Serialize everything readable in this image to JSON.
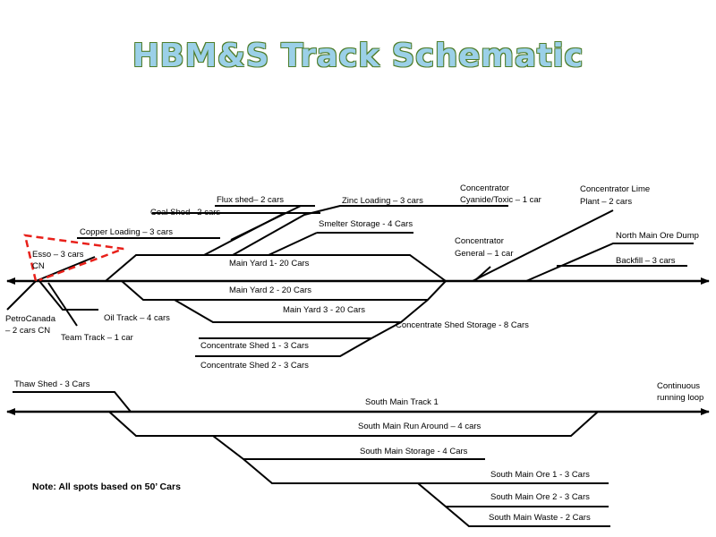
{
  "title": "HBM&S Track Schematic",
  "note": "Note: All spots based on 50’ Cars",
  "labels": {
    "flux_shed": "Flux shed– 2 cars",
    "coal_shed": "Coal Shed– 2 cars",
    "copper_loading": "Copper Loading – 3 cars",
    "zinc_loading": "Zinc Loading – 3 cars",
    "smelter_storage": "Smelter Storage - 4 Cars",
    "concentrator_cyanide_1": "Concentrator",
    "concentrator_cyanide_2": "Cyanide/Toxic – 1 car",
    "concentrator_lime_1": "Concentrator Lime",
    "concentrator_lime_2": "Plant – 2 cars",
    "north_main_ore_dump": "North Main  Ore Dump",
    "backfill": "Backfill  – 3 cars",
    "concentrator_general_1": "Concentrator",
    "concentrator_general_2": "General – 1 car",
    "esso_1": "Esso  – 3 cars",
    "esso_2": "CN",
    "main_yard_1": "Main Yard 1- 20 Cars",
    "main_yard_2": "Main  Yard 2 - 20 Cars",
    "main_yard_3": "Main Yard 3 - 20 Cars",
    "concentrate_shed_storage": "Concentrate Shed Storage  - 8 Cars",
    "concentrate_shed_1": "Concentrate Shed 1 - 3 Cars",
    "concentrate_shed_2": "Concentrate Shed 2 - 3 Cars",
    "petrocanada_1": "PetroCanada",
    "petrocanada_2": "– 2 cars CN",
    "oil_track": "Oil Track – 4 cars",
    "team_track": "Team Track – 1 car",
    "thaw_shed": "Thaw Shed - 3 Cars",
    "continuous_1": "Continuous",
    "continuous_2": "running loop",
    "south_main_track_1": "South Main Track 1",
    "south_main_run_around": "South Main Run Around – 4 cars",
    "south_main_storage": "South Main Storage - 4 Cars",
    "south_main_ore_1": "South Main Ore 1 - 3 Cars",
    "south_main_ore_2": "South Main Ore 2 - 3 Cars",
    "south_main_waste": "South Main Waste - 2 Cars"
  },
  "colors": {
    "title_fill": "#9bd0e8",
    "title_outline": "#4f7d2b",
    "track": "#000000",
    "dashed_track": "#e8201a"
  }
}
